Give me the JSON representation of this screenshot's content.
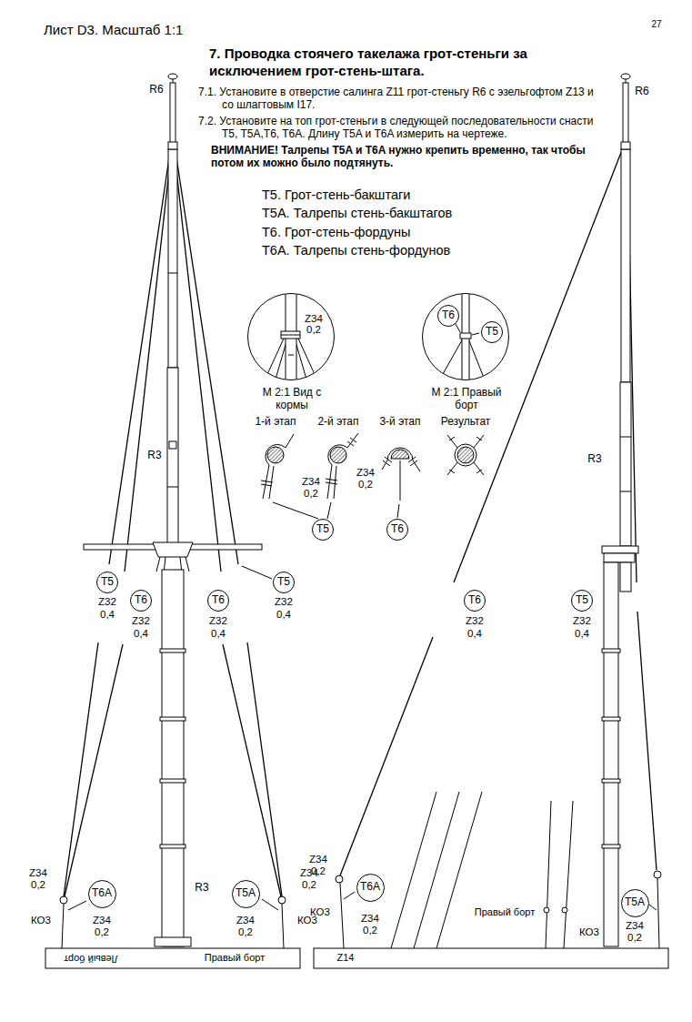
{
  "diagram": {
    "title": "7. Проводка стоячего такелажа грот-стеньги за исключением грот-стень-штага.",
    "nodes": [
      {
        "text": [
          "Z34",
          "0,2",
          "M 2:1 Вид с кормы"
        ]
      },
      {
        "text": [
          "M 2:1 Правый борт"
        ]
      },
      {
        "text": [
          "T6"
        ],
        "in": 1
      },
      {
        "text": [
          "T5"
        ],
        "in": 1
      },
      {
        "text": [
          "T5"
        ]
      },
      {
        "text": [
          "T6"
        ]
      },
      {
        "text": [
          "T5"
        ]
      },
      {
        "text": [
          "T6"
        ]
      },
      {
        "text": [
          "T6"
        ]
      },
      {
        "text": [
          "T5"
        ]
      },
      {
        "text": [
          "T6"
        ]
      },
      {
        "text": [
          "T5"
        ]
      },
      {
        "text": [
          "T6A"
        ]
      },
      {
        "text": [
          "T5A"
        ]
      },
      {
        "text": [
          "T6A"
        ]
      },
      {
        "text": [
          "T5A"
        ]
      }
    ],
    "labels": [
      "Лист D3. Масштаб 1:1",
      "27",
      "7.1. Установите в отверстие салинга Z11 грот-стеньгу R6 с эзельгофтом Z13 и со шлагтовым I17.",
      "7.2. Установите на топ грот-стеньги в следующей последовательности снасти T5, T5A,T6, T6A. Длину T5A и T6A измерить на чертеже.",
      "ВНИМАНИЕ! Талрепы T5A и T6A нужно крепить временно, так чтобы потом их можно было подтянуть.",
      "T5. Грот-стень-бакштаги",
      "T5A. Талрепы стень-бакштагов",
      "T6. Грот-стень-фордуны",
      "T6A. Талрепы стень-фордунов",
      "R6",
      "R6",
      "1-й этап",
      "2-й этап",
      "3-й этап",
      "Результат",
      "Z34",
      "0,2",
      "Z34",
      "0,2",
      "R3",
      "R3",
      "Z32",
      "0,4",
      "Z32",
      "0,4",
      "Z32",
      "0,4",
      "Z32",
      "0,4",
      "Z32",
      "0,4",
      "Z32",
      "0,4",
      "Z34",
      "0,2",
      "КО3",
      "Z34",
      "0,2",
      "R3",
      "Z34",
      "0,2",
      "КО3",
      "Z34",
      "0,2",
      "Левый борт",
      "Правый борт",
      "Z34",
      "0,2",
      "КО3",
      "Z34",
      "0,2",
      "Правый борт",
      "КО3",
      "Z34",
      "0,2",
      "Z14"
    ]
  }
}
